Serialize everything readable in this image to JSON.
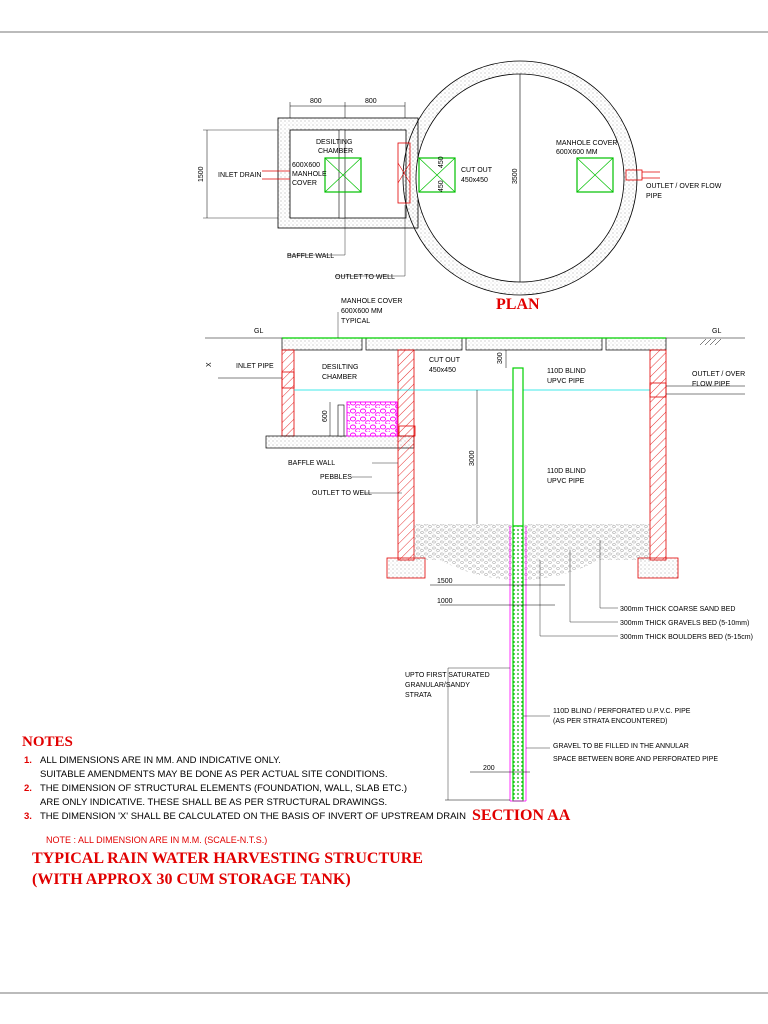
{
  "plan": {
    "title": "PLAN",
    "dim_left_width": "800",
    "dim_right_width": "800",
    "dim_height": "1500",
    "dim_tank_diameter": "3500",
    "dim_cutout_a": "450",
    "dim_cutout_b": "450",
    "labels": {
      "desilting_chamber_1": "DESILTING",
      "desilting_chamber_2": "CHAMBER",
      "manhole_600_1": "600X600",
      "manhole_600_2": "MANHOLE",
      "manhole_600_3": "COVER",
      "inlet_drain": "INLET DRAIN",
      "cut_out_1": "CUT OUT",
      "cut_out_2": "450x450",
      "manhole_cover_1": "MANHOLE COVER",
      "manhole_cover_2": "600X600 MM",
      "outlet_1": "OUTLET / OVER FLOW",
      "outlet_2": "PIPE",
      "baffle_wall": "BAFFLE WALL",
      "outlet_to_well": "OUTLET TO WELL"
    }
  },
  "section": {
    "title": "SECTION AA",
    "dim_300": "300",
    "dim_600": "600",
    "dim_3000": "3000",
    "dim_1500": "1500",
    "dim_1000": "1000",
    "dim_200": "200",
    "dim_x": "X",
    "labels": {
      "manhole_cover_1": "MANHOLE COVER",
      "manhole_cover_2": "600X600 MM",
      "manhole_cover_3": "TYPICAL",
      "gl_left": "GL",
      "gl_right": "GL",
      "inlet_pipe": "INLET PIPE",
      "desilting_1": "DESILTING",
      "desilting_2": "CHAMBER",
      "cut_out_1": "CUT OUT",
      "cut_out_2": "450x450",
      "blind_pipe_top_1": "110D BLIND",
      "blind_pipe_top_2": "UPVC PIPE",
      "blind_pipe_mid_1": "110D BLIND",
      "blind_pipe_mid_2": "UPVC PIPE",
      "outlet_1": "OUTLET / OVER",
      "outlet_2": "FLOW PIPE",
      "baffle_wall": "BAFFLE WALL",
      "pebbles": "PEBBLES",
      "outlet_to_well": "OUTLET TO WELL",
      "coarse_sand": "300mm THICK COARSE SAND BED",
      "gravels_bed": "300mm THICK GRAVELS BED (5-10mm)",
      "boulders_bed": "300mm THICK BOULDERS BED (5-15cm)",
      "strata_1": "UPTO FIRST SATURATED",
      "strata_2": "GRANULAR/SANDY",
      "strata_3": "STRATA",
      "perforated_1": "110D BLIND / PERFORATED U.P.V.C. PIPE",
      "perforated_2": "(AS PER STRATA ENCOUNTERED)",
      "gravel_fill_1": "GRAVEL TO BE FILLED IN THE ANNULAR",
      "gravel_fill_2": "SPACE BETWEEN BORE AND PERFORATED PIPE"
    }
  },
  "notes": {
    "heading": "NOTES",
    "items": [
      {
        "num": "1.",
        "line1": "ALL DIMENSIONS ARE IN MM. AND INDICATIVE ONLY.",
        "line2": "SUITABLE AMENDMENTS MAY BE DONE  AS PER ACTUAL SITE CONDITIONS."
      },
      {
        "num": "2.",
        "line1": "THE DIMENSION OF STRUCTURAL ELEMENTS (FOUNDATION, WALL, SLAB ETC.)",
        "line2": "ARE ONLY INDICATIVE. THESE SHALL BE AS PER STRUCTURAL DRAWINGS."
      },
      {
        "num": "3.",
        "line1": "THE DIMENSION  'X' SHALL BE CALCULATED ON THE BASIS OF INVERT OF UPSTREAM DRAIN",
        "line2": ""
      }
    ],
    "scale_note": "NOTE : ALL DIMENSION ARE IN M.M. (SCALE-N.T.S.)"
  },
  "title_block": {
    "line1": "TYPICAL RAIN WATER HARVESTING STRUCTURE",
    "line2": "(WITH APPROX 30 CUM  STORAGE TANK)"
  },
  "colors": {
    "red": "#e10000",
    "green": "#00d000",
    "magenta": "#ff00ff",
    "cyan": "#00e0e0"
  }
}
